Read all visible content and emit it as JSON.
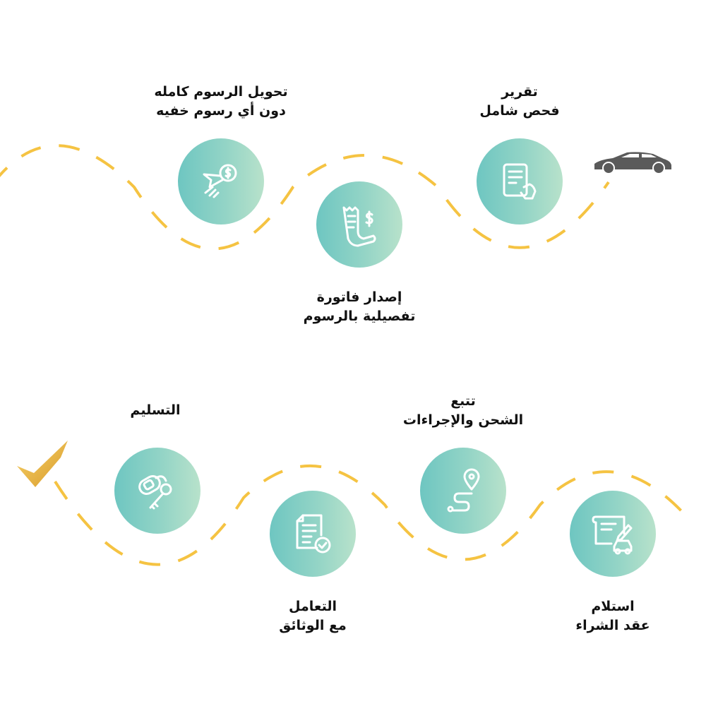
{
  "colors": {
    "dash": "#f5c342",
    "circle_start": "#6ec6c1",
    "circle_end": "#b8e2cb",
    "car": "#5a5a5a",
    "check": "#e8b33c"
  },
  "steps": [
    {
      "icon": "clipboard-hand-icon",
      "line1": "تقرير",
      "line2": "فحص شامل"
    },
    {
      "icon": "receipt-dollar-icon",
      "line1": "إصدار فاتورة",
      "line2": "تفصيلية بالرسوم"
    },
    {
      "icon": "money-transfer-icon",
      "line1": "تحويل الرسوم كامله",
      "line2": "دون أي رسوم خفيه"
    },
    {
      "icon": "contract-car-icon",
      "line1": "استلام",
      "line2": "عقد الشراء"
    },
    {
      "icon": "route-pin-icon",
      "line1": "تتبع",
      "line2": "الشحن والإجراءات"
    },
    {
      "icon": "document-check-icon",
      "line1": "التعامل",
      "line2": "مع الوثائق"
    },
    {
      "icon": "car-key-icon",
      "line1": "التسليم",
      "line2": ""
    }
  ]
}
